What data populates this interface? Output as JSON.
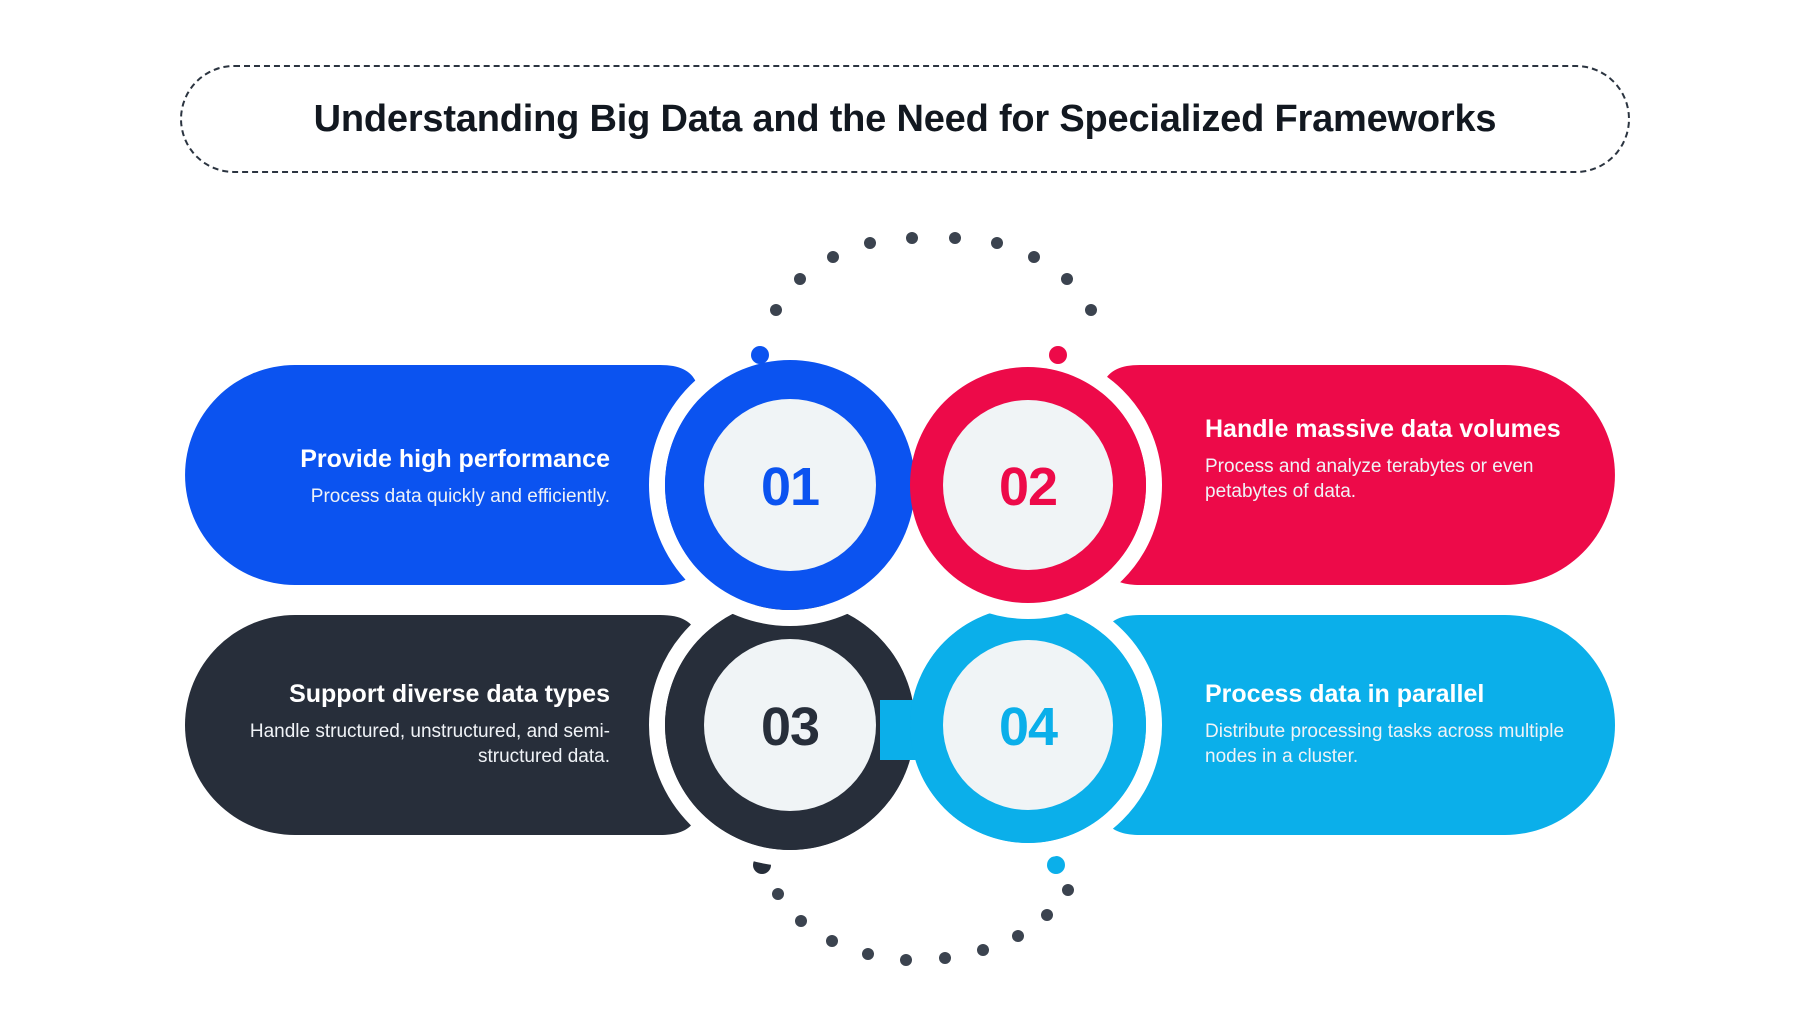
{
  "page": {
    "background": "#ffffff",
    "title": "Understanding Big Data and the Need for Specialized Frameworks"
  },
  "theme": {
    "blue": "#0B53F0",
    "red": "#ED0A49",
    "dark": "#272E3A",
    "cyan": "#0BAFEA",
    "inner_circle": "#F0F4F6",
    "dot_gray": "#3B434F",
    "title_border": "#2b3440",
    "title_text": "#121820",
    "panel_text": "#ffffff",
    "panel_desc_text": "#f0f3f7"
  },
  "steps": [
    {
      "number": "01",
      "color": "#0B53F0",
      "side": "left",
      "row": "top",
      "title": "Provide high performance",
      "description": "Process data quickly and efficiently."
    },
    {
      "number": "02",
      "color": "#ED0A49",
      "side": "right",
      "row": "top",
      "title": "Handle massive data volumes",
      "description": "Process and analyze terabytes or even petabytes of data."
    },
    {
      "number": "03",
      "color": "#272E3A",
      "side": "left",
      "row": "bottom",
      "title": "Support diverse data types",
      "description": "Handle structured, unstructured, and semi-structured data."
    },
    {
      "number": "04",
      "color": "#0BAFEA",
      "side": "right",
      "row": "bottom",
      "title": "Process data in parallel",
      "description": "Distribute processing tasks across multiple nodes in a cluster."
    }
  ],
  "decorations": {
    "top_arc": {
      "name": "dotted-arc-top",
      "dot_color": "#3B434F",
      "end_dot_left_color": "#0B53F0",
      "end_dot_right_color": "#ED0A49",
      "dot_count": 13
    },
    "bottom_arc": {
      "name": "dotted-arc-bottom",
      "dot_color": "#3B434F",
      "end_dot_left_color": "#272E3A",
      "end_dot_right_color": "#0BAFEA",
      "dot_count": 13
    }
  }
}
